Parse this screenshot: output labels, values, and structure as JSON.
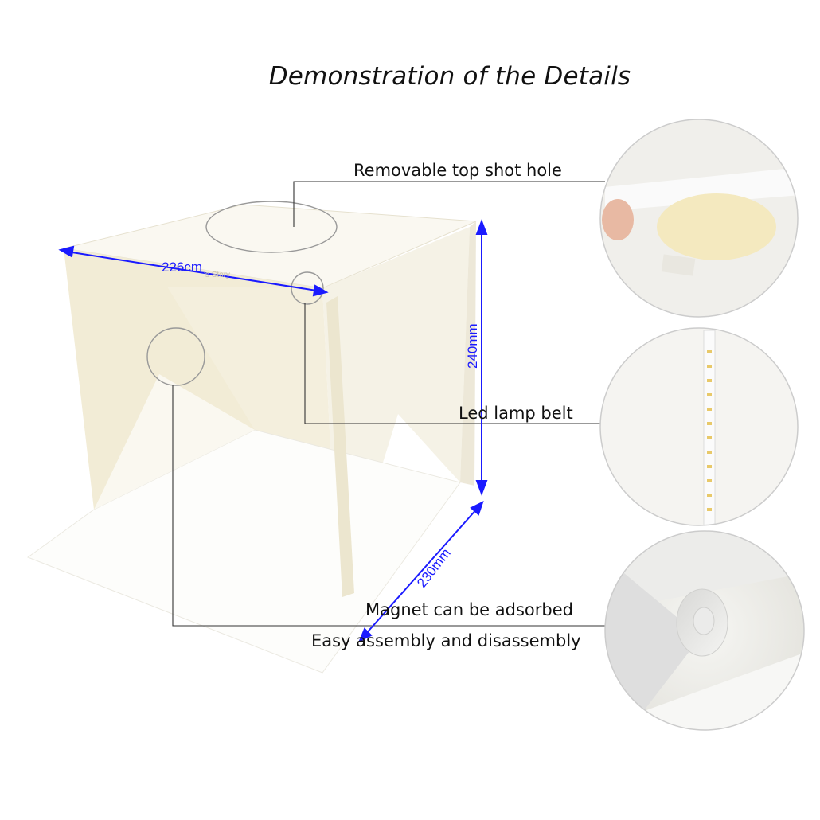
{
  "title": "Demonstration of the Details",
  "callouts": {
    "top_hole": "Removable top shot hole",
    "led": "Led lamp belt",
    "magnet": "Magnet can be adsorbed",
    "assembly": "Easy assembly and disassembly"
  },
  "dimensions": {
    "width": "226cm",
    "height": "240mm",
    "depth": "230mm"
  },
  "watermark": "'s Story",
  "colors": {
    "dimension_blue": "#1a1aff",
    "leader_line": "#333333",
    "panel_cream": "#f3eedb",
    "panel_white": "#fbfaf6"
  }
}
